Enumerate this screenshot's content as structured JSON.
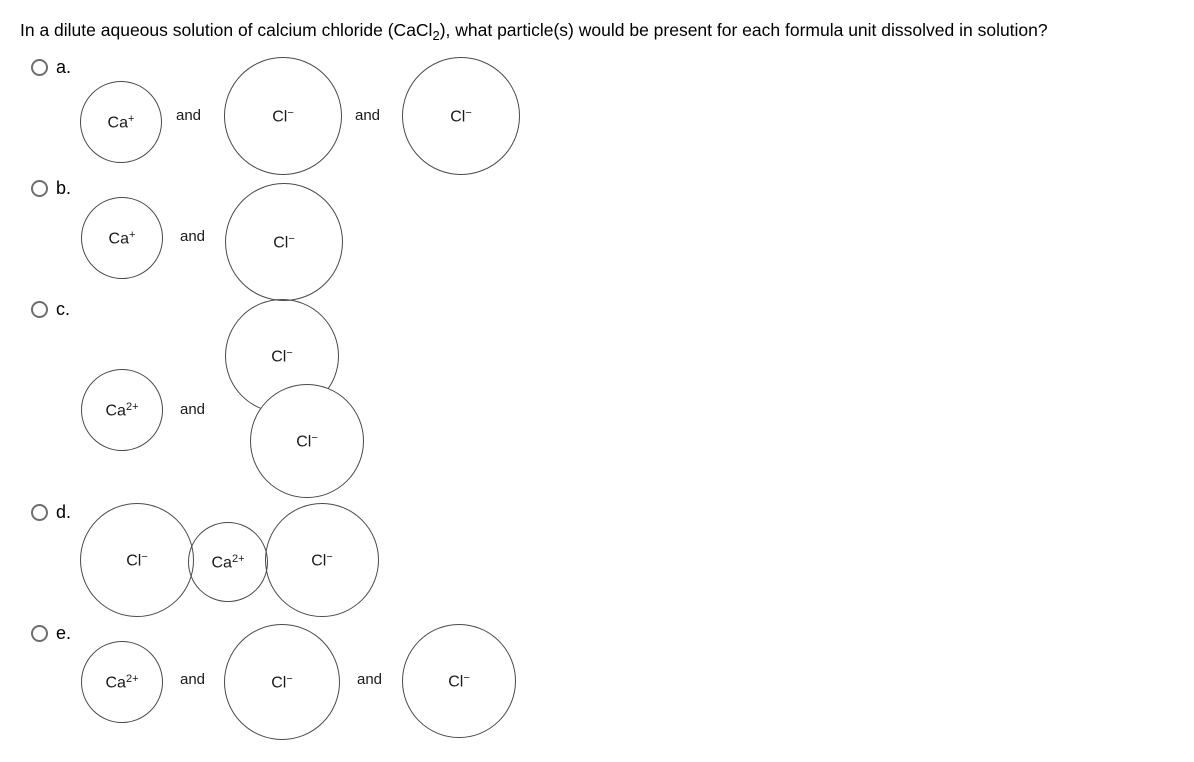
{
  "question": {
    "pre": "In a dilute aqueous solution of calcium chloride (CaCl",
    "sub": "2",
    "post": "), what particle(s) would be present for each formula unit dissolved in solution?"
  },
  "options": [
    {
      "label": "a.",
      "selected": false,
      "particles": [
        {
          "base": "Ca",
          "charge": "+"
        },
        {
          "base": "Cl",
          "charge": "−"
        },
        {
          "base": "Cl",
          "charge": "−"
        }
      ],
      "connectors": [
        "and",
        "and"
      ]
    },
    {
      "label": "b.",
      "selected": false,
      "particles": [
        {
          "base": "Ca",
          "charge": "+"
        },
        {
          "base": "Cl",
          "charge": "−"
        }
      ],
      "connectors": [
        "and"
      ]
    },
    {
      "label": "c.",
      "selected": false,
      "particles": [
        {
          "base": "Ca",
          "charge": "2+"
        },
        {
          "base": "Cl",
          "charge": "−"
        },
        {
          "base": "Cl",
          "charge": "−"
        }
      ],
      "connectors": [
        "and"
      ]
    },
    {
      "label": "d.",
      "selected": false,
      "particles": [
        {
          "base": "Cl",
          "charge": "−"
        },
        {
          "base": "Ca",
          "charge": "2+"
        },
        {
          "base": "Cl",
          "charge": "−"
        }
      ],
      "connectors": []
    },
    {
      "label": "e.",
      "selected": false,
      "particles": [
        {
          "base": "Ca",
          "charge": "2+"
        },
        {
          "base": "Cl",
          "charge": "−"
        },
        {
          "base": "Cl",
          "charge": "−"
        }
      ],
      "connectors": [
        "and",
        "and"
      ]
    }
  ],
  "colors": {
    "circle_stroke": "#4a4a4a",
    "radio_stroke": "#6e6e6e",
    "text": "#000000",
    "background": "#ffffff"
  }
}
